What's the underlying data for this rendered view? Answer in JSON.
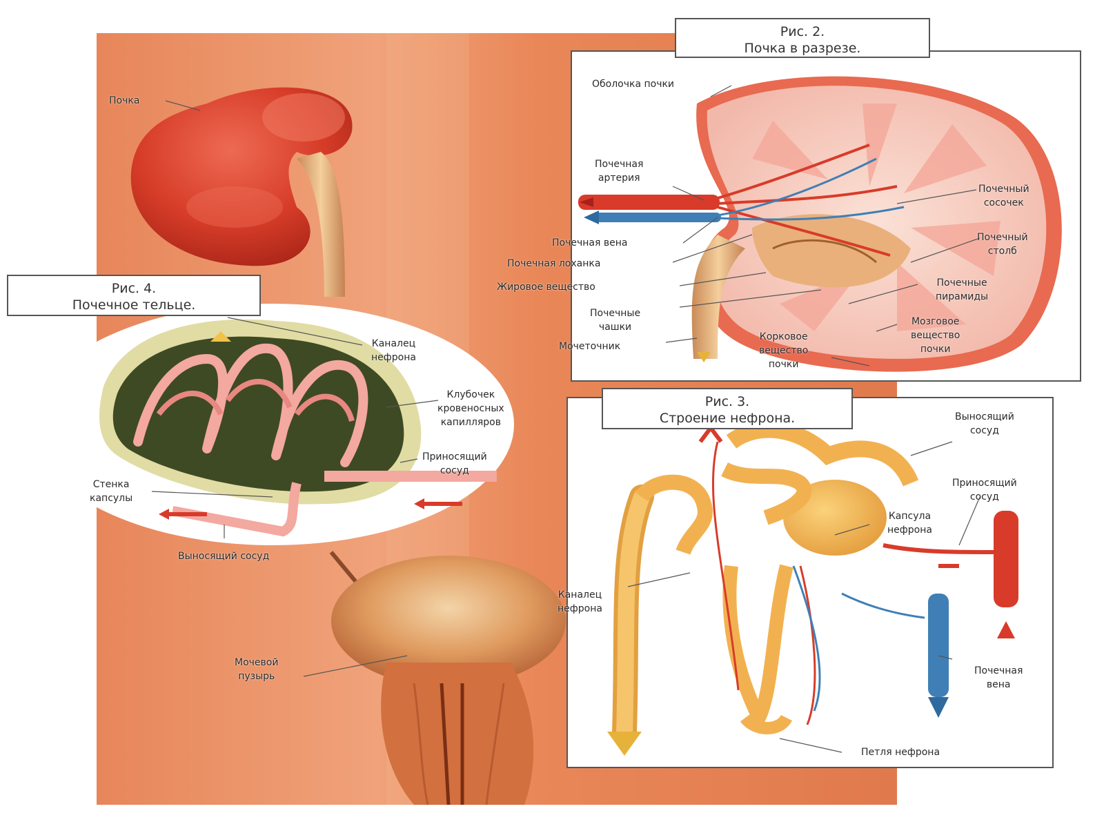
{
  "background": {
    "labels": {
      "kidney": "Почка",
      "bladder": "Мочевой\nпузырь"
    }
  },
  "fig2": {
    "caption": "Рис. 2.\nПочка в разрезе.",
    "labels": {
      "capsule": "Оболочка почки",
      "artery": "Почечная\nартерия",
      "vein": "Почечная вена",
      "pelvis": "Почечная лоханка",
      "fat": "Жировое вещество",
      "calyces": "Почечные\nчашки",
      "ureter": "Мочеточник",
      "cortex": "Корковое\nвещество\nпочки",
      "papilla": "Почечный\nсосочек",
      "column": "Почечный\nстолб",
      "pyramids": "Почечные\nпирамиды",
      "medulla": "Мозговое\nвещество\nпочки"
    }
  },
  "fig4": {
    "caption": "Рис. 4.\nПочечное тельце.",
    "labels": {
      "tubule": "Каналец\nнефрона",
      "glomerulus": "Клубочек\nкровеносных\nкапилляров",
      "afferent": "Приносящий\nсосуд",
      "wall": "Стенка\nкапсулы",
      "efferent": "Выносящий сосуд"
    }
  },
  "fig3": {
    "caption": "Рис. 3.\nСтроение нефрона.",
    "labels": {
      "efferent": "Выносящий\nсосуд",
      "afferent": "Приносящий\nсосуд",
      "capsule": "Капсула\nнефрона",
      "tubule": "Каналец\nнефрона",
      "vein": "Почечная\nвена",
      "loop": "Петля нефрона"
    }
  },
  "colors": {
    "background_orange": "#e88a5e",
    "kidney_red": "#d9402a",
    "artery_red": "#d83b2a",
    "vein_blue": "#3f7fb5",
    "tubule_yellow": "#f2b150",
    "cortex_pink": "#f6c7be"
  }
}
